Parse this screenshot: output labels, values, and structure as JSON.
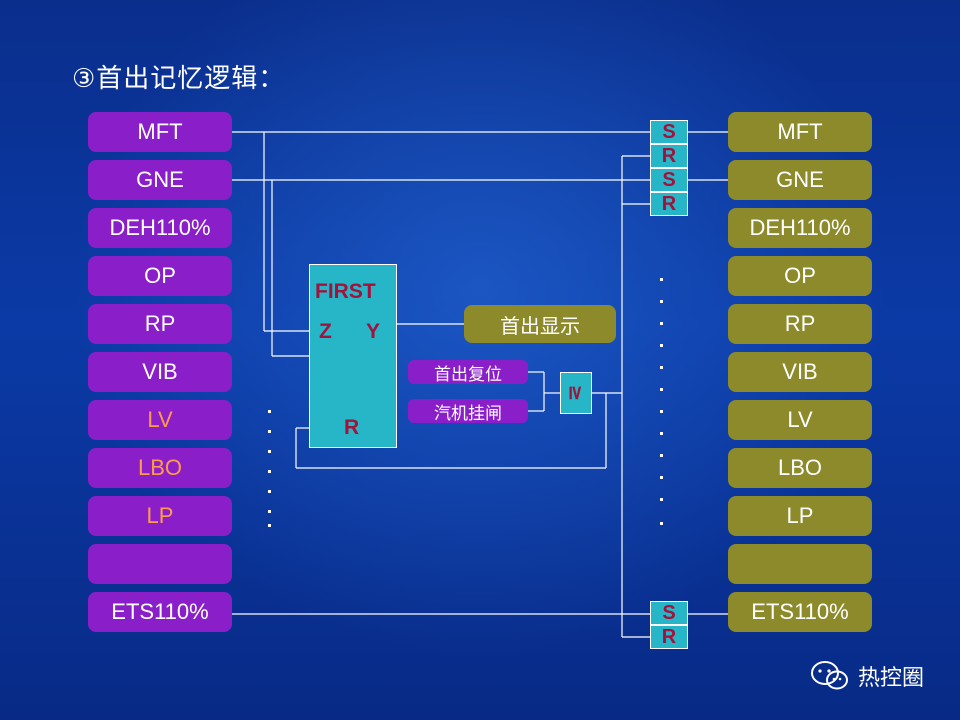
{
  "title": "③首出记忆逻辑：",
  "left_items": [
    {
      "label": "MFT",
      "orange": false
    },
    {
      "label": "GNE",
      "orange": false
    },
    {
      "label": "DEH110%",
      "orange": false
    },
    {
      "label": "OP",
      "orange": false
    },
    {
      "label": "RP",
      "orange": false
    },
    {
      "label": "VIB",
      "orange": false
    },
    {
      "label": "LV",
      "orange": true
    },
    {
      "label": "LBO",
      "orange": true
    },
    {
      "label": "LP",
      "orange": true
    },
    {
      "label": "",
      "orange": false
    },
    {
      "label": "ETS110%",
      "orange": false
    }
  ],
  "right_items": [
    "MFT",
    "GNE",
    "DEH110%",
    "OP",
    "RP",
    "VIB",
    "LV",
    "LBO",
    "LP",
    "",
    "ETS110%"
  ],
  "first_block": {
    "title": "FIRST",
    "z": "Z",
    "y": "Y",
    "r": "R"
  },
  "display_label": "首出显示",
  "reset_label": "首出复位",
  "trip_label": "汽机挂闸",
  "or_symbol": "≥",
  "sr_letters": {
    "s": "S",
    "r": "R"
  },
  "watermark": "热控圈",
  "colors": {
    "left_box": "#8a1fc9",
    "right_box": "#8c8a2a",
    "block": "#26b6c8",
    "block_text": "#a3123a",
    "orange_text": "#ff9a4a"
  }
}
